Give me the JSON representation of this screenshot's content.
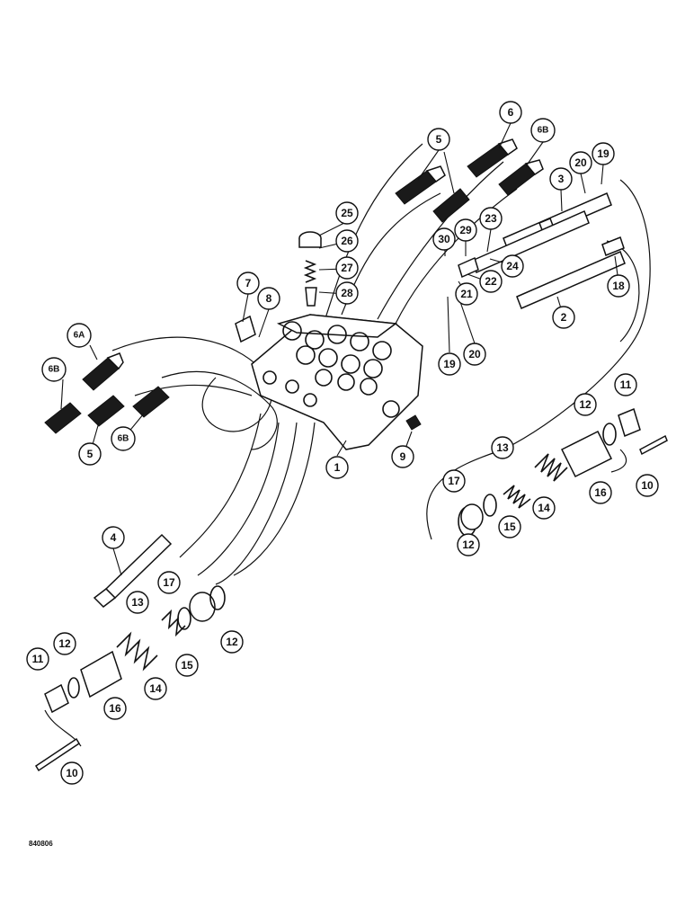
{
  "figure_code": "840806",
  "callouts": [
    {
      "id": "c1",
      "label": "1"
    },
    {
      "id": "c2",
      "label": "2"
    },
    {
      "id": "c3",
      "label": "3"
    },
    {
      "id": "c4",
      "label": "4"
    },
    {
      "id": "c5a",
      "label": "5"
    },
    {
      "id": "c5b",
      "label": "5"
    },
    {
      "id": "c6",
      "label": "6"
    },
    {
      "id": "c6a",
      "label": "6A"
    },
    {
      "id": "c6b1",
      "label": "6B"
    },
    {
      "id": "c6b2",
      "label": "6B"
    },
    {
      "id": "c6b3",
      "label": "6B"
    },
    {
      "id": "c7",
      "label": "7"
    },
    {
      "id": "c8",
      "label": "8"
    },
    {
      "id": "c9",
      "label": "9"
    },
    {
      "id": "c10a",
      "label": "10"
    },
    {
      "id": "c10b",
      "label": "10"
    },
    {
      "id": "c11a",
      "label": "11"
    },
    {
      "id": "c11b",
      "label": "11"
    },
    {
      "id": "c12a",
      "label": "12"
    },
    {
      "id": "c12b",
      "label": "12"
    },
    {
      "id": "c12c",
      "label": "12"
    },
    {
      "id": "c12d",
      "label": "12"
    },
    {
      "id": "c13a",
      "label": "13"
    },
    {
      "id": "c13b",
      "label": "13"
    },
    {
      "id": "c14a",
      "label": "14"
    },
    {
      "id": "c14b",
      "label": "14"
    },
    {
      "id": "c15a",
      "label": "15"
    },
    {
      "id": "c15b",
      "label": "15"
    },
    {
      "id": "c16a",
      "label": "16"
    },
    {
      "id": "c16b",
      "label": "16"
    },
    {
      "id": "c17a",
      "label": "17"
    },
    {
      "id": "c17b",
      "label": "17"
    },
    {
      "id": "c18",
      "label": "18"
    },
    {
      "id": "c19a",
      "label": "19"
    },
    {
      "id": "c19b",
      "label": "19"
    },
    {
      "id": "c20a",
      "label": "20"
    },
    {
      "id": "c20b",
      "label": "20"
    },
    {
      "id": "c21",
      "label": "21"
    },
    {
      "id": "c22",
      "label": "22"
    },
    {
      "id": "c23",
      "label": "23"
    },
    {
      "id": "c24",
      "label": "24"
    },
    {
      "id": "c25",
      "label": "25"
    },
    {
      "id": "c26",
      "label": "26"
    },
    {
      "id": "c27",
      "label": "27"
    },
    {
      "id": "c28",
      "label": "28"
    },
    {
      "id": "c29",
      "label": "29"
    },
    {
      "id": "c30",
      "label": "30"
    }
  ]
}
